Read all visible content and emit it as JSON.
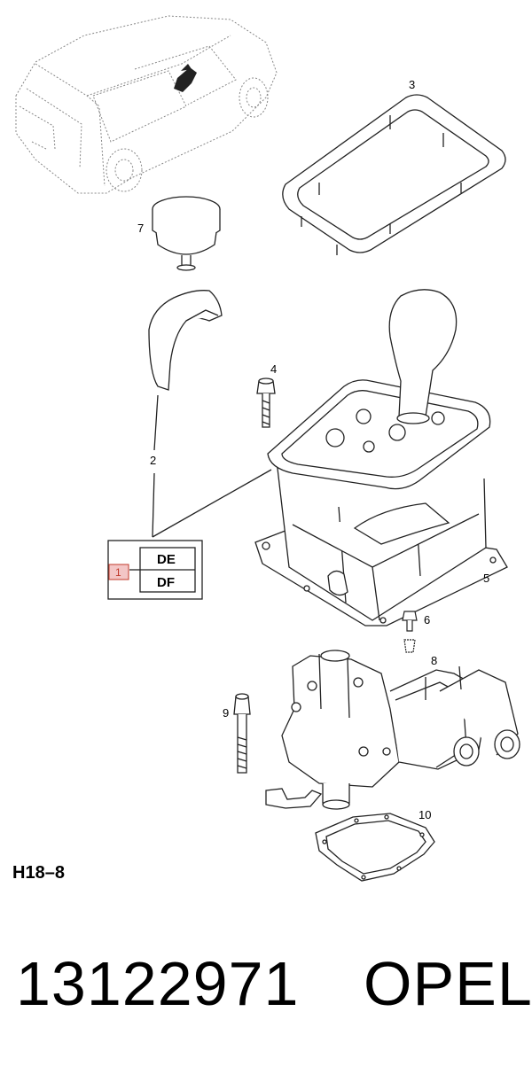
{
  "diagram": {
    "page_code": "H18–8",
    "part_number": "13122971",
    "brand": "OPEL",
    "callouts": [
      "1",
      "2",
      "3",
      "4",
      "5",
      "6",
      "7",
      "8",
      "9",
      "10"
    ],
    "variant_table": {
      "index": "1",
      "codes": [
        "DE",
        "DF"
      ]
    },
    "colors": {
      "line": "#222222",
      "index_highlight": "#f3c6c6",
      "index_border": "#c0392b"
    }
  }
}
